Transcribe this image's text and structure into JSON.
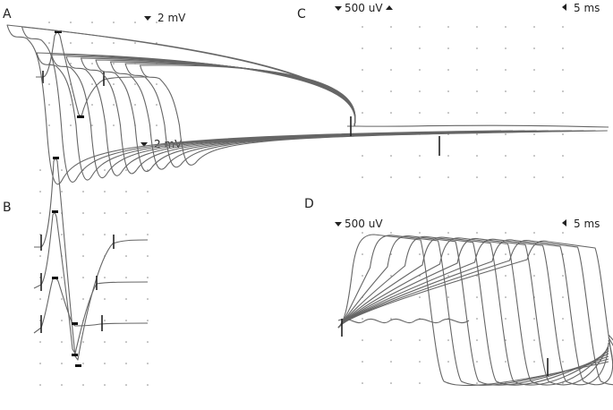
{
  "panels": [
    {
      "label": "A",
      "scale": "2 mV"
    },
    {
      "label": "B",
      "scale": "2 mV"
    },
    {
      "label": "C",
      "scale": "500 uV",
      "time": "5 ms"
    },
    {
      "label": "D",
      "scale": "500 uV",
      "time": "5 ms"
    }
  ],
  "colors": {
    "trace": "#666666",
    "grid": "#888888",
    "marker": "#111111"
  },
  "icons": {
    "scale_marker": "triangle-down-icon",
    "time_marker": "triangle-left-icon",
    "peak_marker": "triangle-up-icon"
  }
}
